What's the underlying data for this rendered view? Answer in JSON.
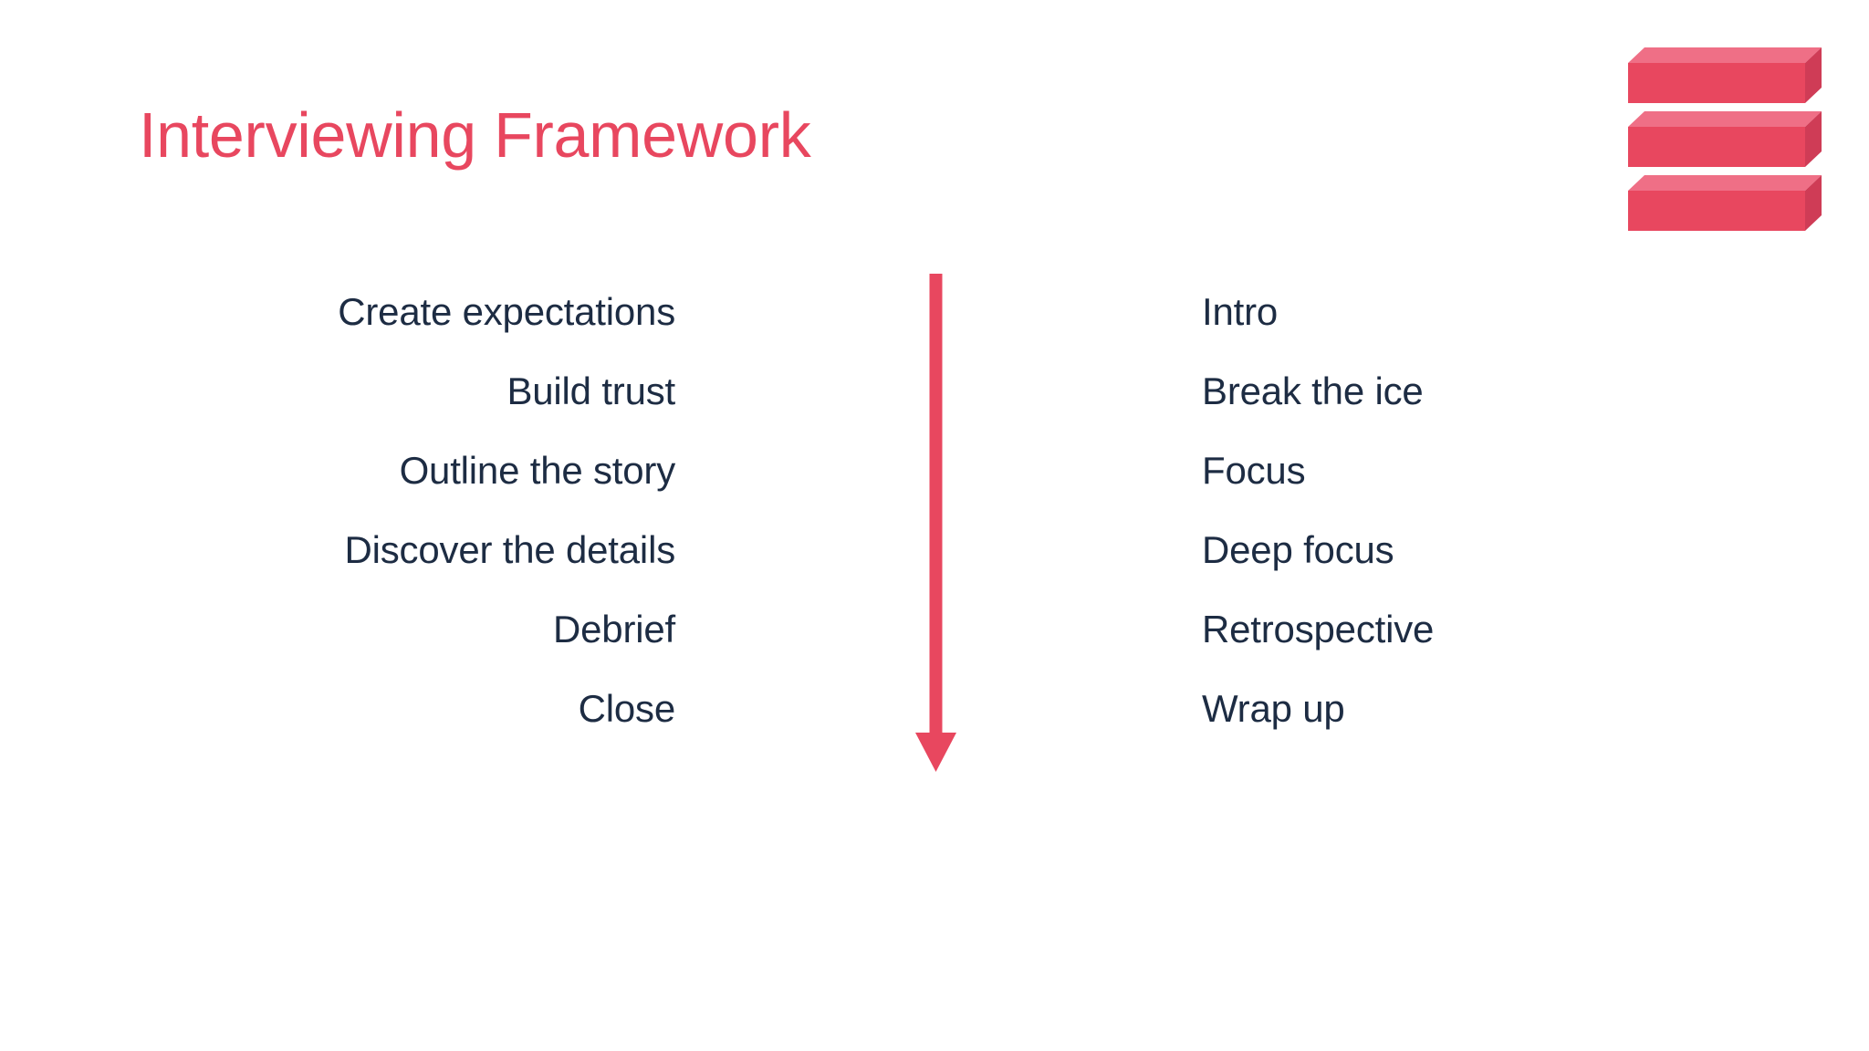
{
  "slide": {
    "title": "Interviewing Framework",
    "background_color": "#ffffff",
    "accent_color": "#e8475f",
    "text_color": "#1d2c43"
  },
  "left_column": {
    "alignment": "right",
    "items": [
      {
        "label": "Create expectations"
      },
      {
        "label": "Build trust"
      },
      {
        "label": "Outline the story"
      },
      {
        "label": "Discover the details"
      },
      {
        "label": "Debrief"
      },
      {
        "label": "Close"
      }
    ]
  },
  "right_column": {
    "alignment": "left",
    "items": [
      {
        "label": "Intro"
      },
      {
        "label": "Break the ice"
      },
      {
        "label": "Focus"
      },
      {
        "label": "Deep focus"
      },
      {
        "label": "Retrospective"
      },
      {
        "label": "Wrap up"
      }
    ]
  },
  "arrow": {
    "icon": "down-arrow-icon",
    "direction": "down",
    "color": "#e8475f"
  },
  "logo": {
    "icon": "stacked-bars-logo",
    "bar_count": 3,
    "front_color": "#e8475f",
    "top_color": "#ef6f86",
    "side_color": "#cf3c56"
  }
}
